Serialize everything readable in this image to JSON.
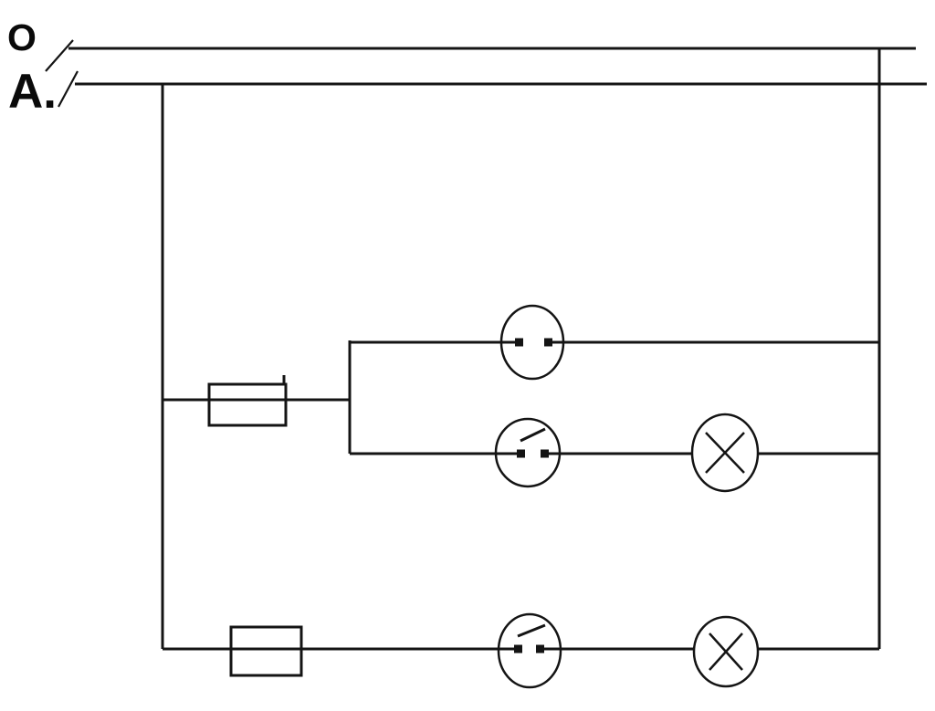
{
  "diagram": {
    "kind": "electrical-wiring-schematic",
    "background_color": "#ffffff",
    "line_color": "#141414",
    "labels": {
      "wire1": "O",
      "wire2": "A."
    },
    "components": [
      {
        "id": "supply-line-o",
        "type": "supply-conductor",
        "label": "O"
      },
      {
        "id": "supply-line-a",
        "type": "supply-conductor",
        "label": "A."
      },
      {
        "id": "fuse-1",
        "type": "fuse"
      },
      {
        "id": "contact-1",
        "type": "open-contact"
      },
      {
        "id": "switch-1",
        "type": "switch"
      },
      {
        "id": "lamp-1",
        "type": "lamp"
      },
      {
        "id": "fuse-2",
        "type": "fuse"
      },
      {
        "id": "switch-2",
        "type": "switch"
      },
      {
        "id": "lamp-2",
        "type": "lamp"
      }
    ]
  }
}
